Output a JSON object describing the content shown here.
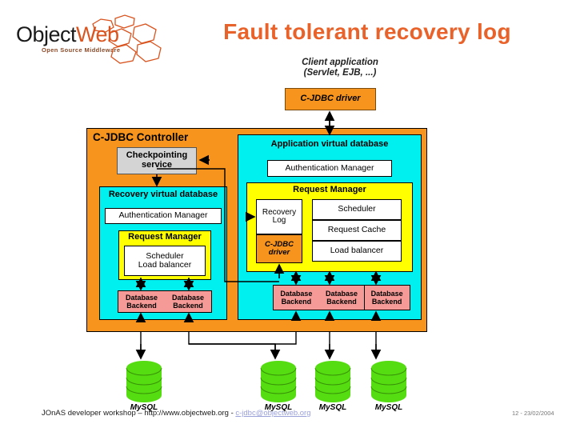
{
  "slide": {
    "title": "Fault tolerant recovery log",
    "title_color": "#e8622a",
    "background": "#ffffff"
  },
  "logo": {
    "word_a": "Object",
    "word_b": "Web",
    "tagline": "Open Source Middleware",
    "color_a": "#1a1a1a",
    "color_b": "#d9541f"
  },
  "diagram": {
    "client": {
      "line1": "Client application",
      "line2": "(Servlet, EJB, ...)",
      "driver_label": "C-JDBC driver",
      "driver_color": "#f7941e"
    },
    "controller": {
      "title": "C-JDBC Controller",
      "color": "#f7941e",
      "checkpointing": {
        "line1": "Checkpointing",
        "line2": "service",
        "color": "#d4d4d4"
      },
      "recovery_vdb": {
        "title": "Recovery virtual database",
        "color": "#00f0f0",
        "auth_manager": "Authentication Manager",
        "request_manager": {
          "title": "Request Manager",
          "color": "#ffff00",
          "items": [
            "Scheduler",
            "Load balancer"
          ]
        },
        "backends": [
          {
            "line1": "Database",
            "line2": "Backend"
          },
          {
            "line1": "Database",
            "line2": "Backend"
          }
        ],
        "backend_color": "#f59a96"
      },
      "app_vdb": {
        "title": "Application virtual database",
        "color": "#00f0f0",
        "auth_manager": "Authentication Manager",
        "request_manager": {
          "title": "Request Manager",
          "color": "#ffff00",
          "recovery_log": {
            "line1": "Recovery",
            "line2": "Log"
          },
          "driver": {
            "line1": "C-JDBC",
            "line2": "driver",
            "color": "#f7941e"
          },
          "items": [
            "Scheduler",
            "Request Cache",
            "Load balancer"
          ]
        },
        "backends": [
          {
            "line1": "Database",
            "line2": "Backend"
          },
          {
            "line1": "Database",
            "line2": "Backend"
          },
          {
            "line1": "Database",
            "line2": "Backend"
          }
        ],
        "backend_color": "#f59a96"
      }
    },
    "databases": [
      {
        "label": "MySQL",
        "color": "#55dd11"
      },
      {
        "label": "MySQL",
        "color": "#55dd11"
      },
      {
        "label": "MySQL",
        "color": "#55dd11"
      },
      {
        "label": "MySQL",
        "color": "#55dd11"
      }
    ]
  },
  "footer": {
    "text": "JOnAS developer workshop – http://www.objectweb.org - ",
    "email": "c-jdbc@objectweb.org",
    "page": "12 - 23/02/2004"
  }
}
